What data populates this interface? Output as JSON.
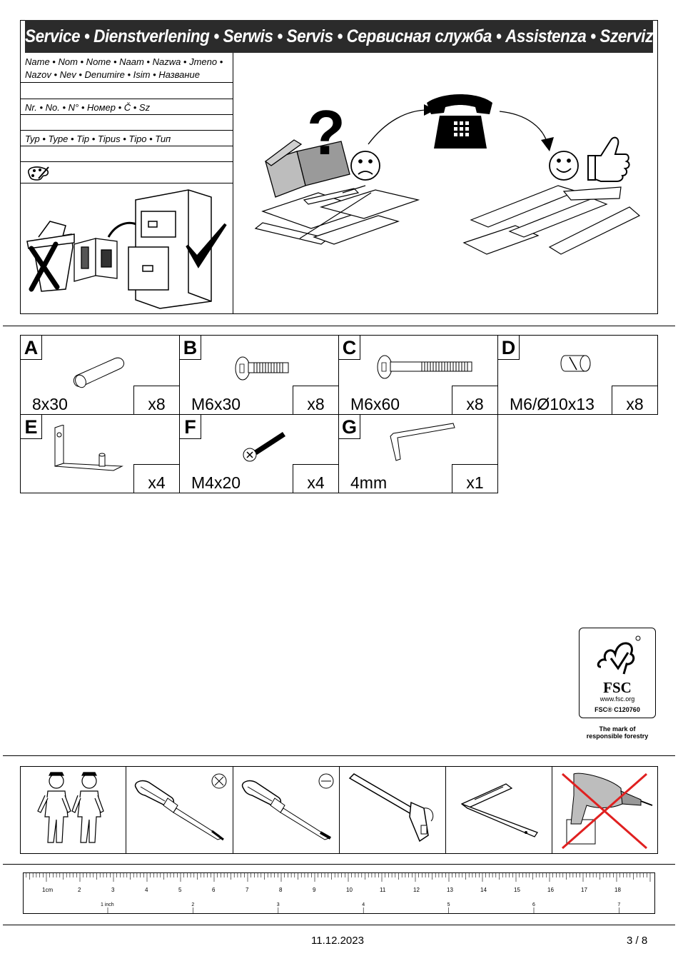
{
  "service": {
    "title": "Service • Dienstverlening • Serwis • Servis • Сервисная служба • Assistenza • Szerviz",
    "name_label_line1": "Name • Nom • Nome • Naam • Nazwa • Jmeno •",
    "name_label_line2": "Nazov • Nev • Denumire • Isim • Название",
    "number_label": "Nr. • No. • N° • Номер • Č • Sz",
    "type_label": "Typ • Type • Tip • Tipus • Tipo • Тип"
  },
  "hardware": [
    {
      "letter": "A",
      "size": "8x30",
      "qty": "x8",
      "icon": "dowel-icon"
    },
    {
      "letter": "B",
      "size": "M6x30",
      "qty": "x8",
      "icon": "connector-bolt-short-icon"
    },
    {
      "letter": "C",
      "size": "M6x60",
      "qty": "x8",
      "icon": "connector-bolt-long-icon"
    },
    {
      "letter": "D",
      "size": "M6/Ø10x13",
      "qty": "x8",
      "icon": "barrel-nut-icon"
    },
    {
      "letter": "E",
      "size": "",
      "qty": "x4",
      "icon": "l-bracket-icon"
    },
    {
      "letter": "F",
      "size": "M4x20",
      "qty": "x4",
      "icon": "screw-icon"
    },
    {
      "letter": "G",
      "size": "4mm",
      "qty": "x1",
      "icon": "allen-key-icon"
    }
  ],
  "fsc": {
    "logo_text": "FSC",
    "url": "www.fsc.org",
    "code": "FSC® C120760",
    "caption_line1": "The mark of",
    "caption_line2": "responsible forestry"
  },
  "tools": [
    "two-person-assembly-icon",
    "phillips-screwdriver-icon",
    "flat-screwdriver-icon",
    "hammer-icon",
    "try-square-icon",
    "no-power-drill-icon"
  ],
  "ruler": {
    "cm_labels": [
      "1cm",
      "2",
      "3",
      "4",
      "5",
      "6",
      "7",
      "8",
      "9",
      "10",
      "11",
      "12",
      "13",
      "14",
      "15",
      "16",
      "17",
      "18"
    ],
    "inch_labels": [
      "1 inch",
      "2",
      "3",
      "4",
      "5",
      "6",
      "7"
    ]
  },
  "footer": {
    "date": "11.12.2023",
    "page": "3 / 8"
  }
}
